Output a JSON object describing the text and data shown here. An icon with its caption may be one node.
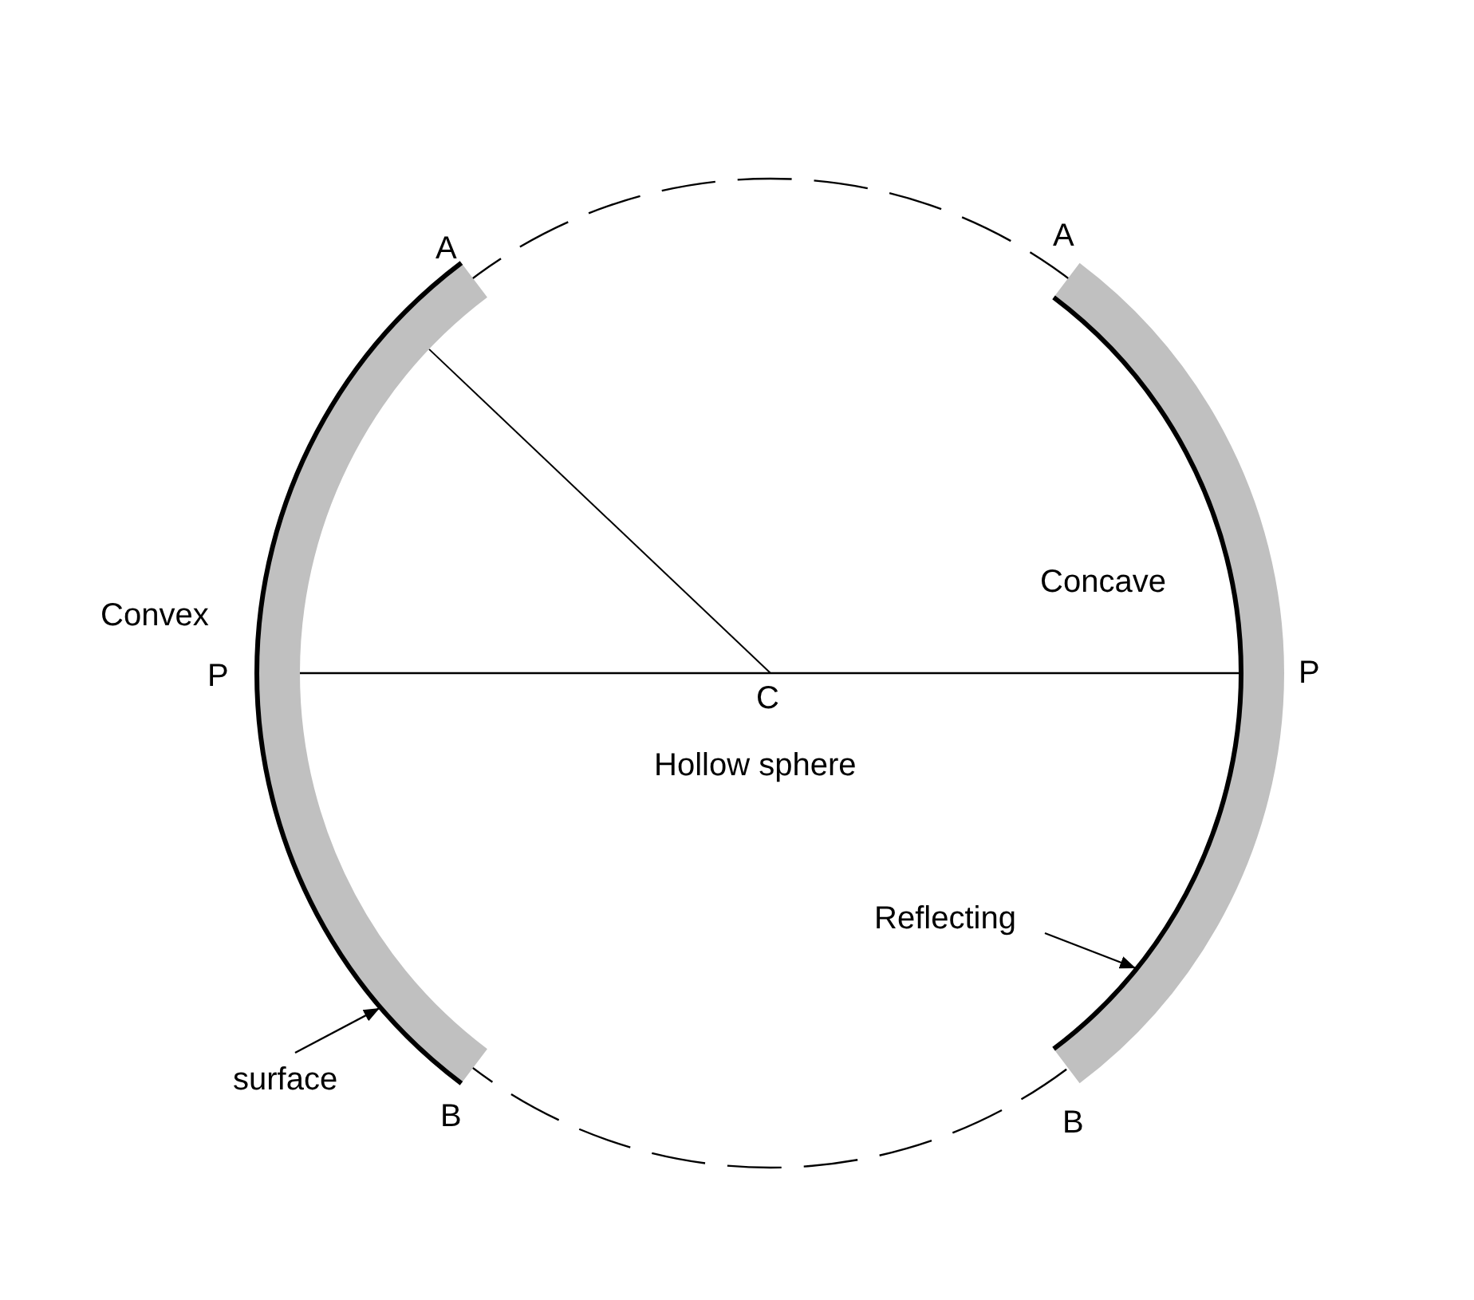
{
  "diagram": {
    "nodes": [
      {
        "text": [],
        "shape": "arc",
        "beside": [
          "A",
          "P",
          "B"
        ]
      },
      {
        "text": [],
        "shape": "arc",
        "beside": [
          "A",
          "P",
          "B"
        ]
      },
      {
        "text": [
          "Reflecting"
        ]
      },
      {
        "text": [
          "surface"
        ]
      }
    ],
    "edges": [
      {
        "from": 2,
        "to": 1,
        "arrow": "to"
      },
      {
        "from": 3,
        "to": 0,
        "arrow": "to"
      },
      {
        "from": 0,
        "to": 1,
        "arrow": "none"
      }
    ],
    "labels": [
      "Convex",
      "Concave",
      "C",
      "Hollow sphere"
    ]
  }
}
